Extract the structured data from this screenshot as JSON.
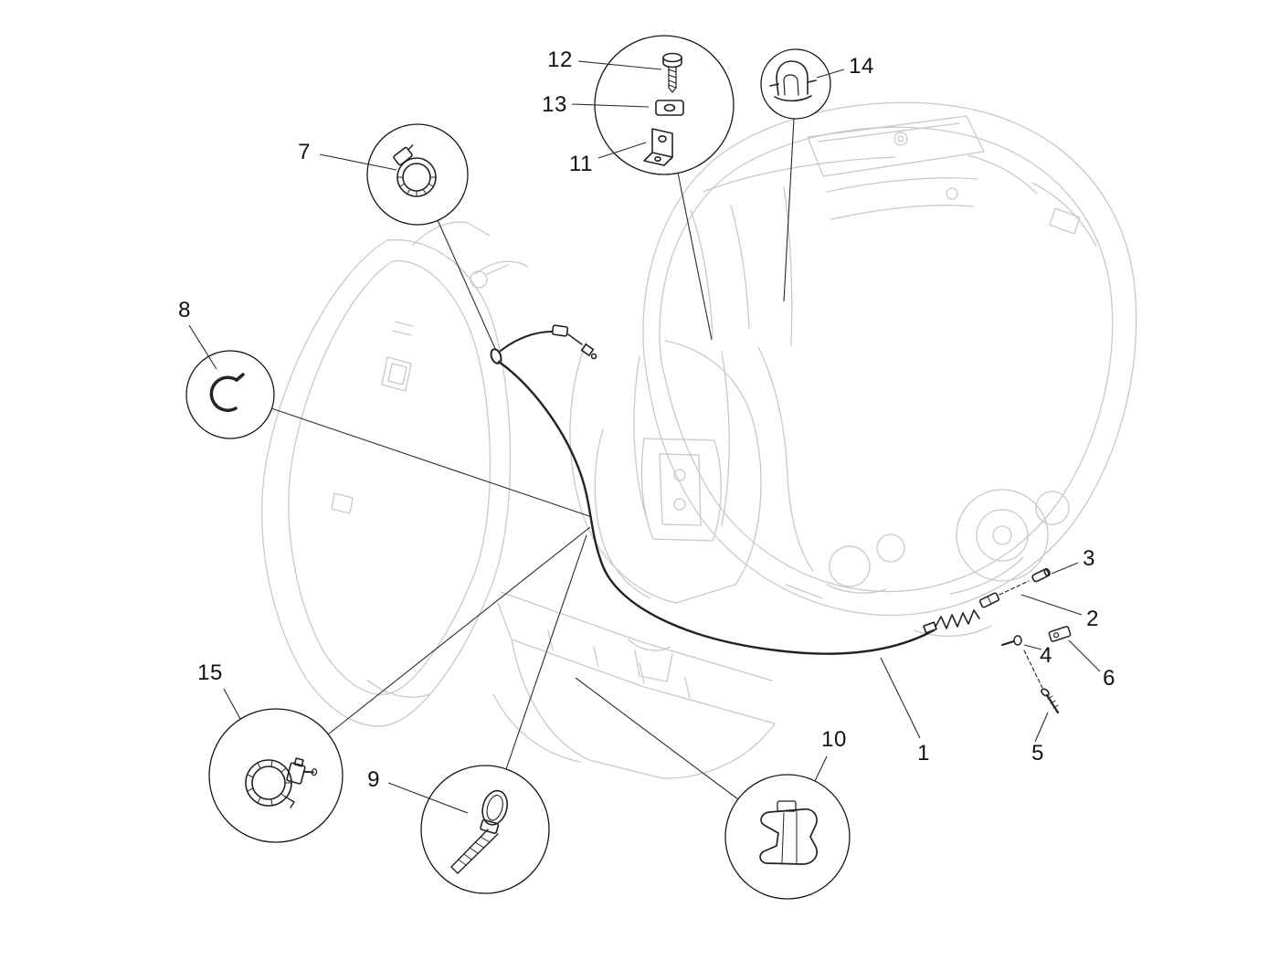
{
  "colors": {
    "background": "#ffffff",
    "line_art": "#c9c9c9",
    "ink": "#1a1a1a"
  },
  "labels": {
    "p1": "1",
    "p2": "2",
    "p3": "3",
    "p4": "4",
    "p5": "5",
    "p6": "6",
    "p7": "7",
    "p8": "8",
    "p9": "9",
    "p10": "10",
    "p11": "11",
    "p12": "12",
    "p13": "13",
    "p14": "14",
    "p15": "15"
  },
  "parts": [
    {
      "number": "1",
      "glyph": "cable-icon"
    },
    {
      "number": "2",
      "glyph": "adjuster-icon"
    },
    {
      "number": "3",
      "glyph": "pin-icon"
    },
    {
      "number": "4",
      "glyph": "bolt-icon"
    },
    {
      "number": "5",
      "glyph": "screw-icon"
    },
    {
      "number": "6",
      "glyph": "plate-icon"
    },
    {
      "number": "7",
      "glyph": "band-clamp-icon"
    },
    {
      "number": "8",
      "glyph": "hook-clip-icon"
    },
    {
      "number": "9",
      "glyph": "cable-tie-icon"
    },
    {
      "number": "10",
      "glyph": "retainer-clip-icon"
    },
    {
      "number": "11",
      "glyph": "bracket-icon"
    },
    {
      "number": "12",
      "glyph": "screw-icon"
    },
    {
      "number": "13",
      "glyph": "nut-plate-icon"
    },
    {
      "number": "14",
      "glyph": "spring-clip-icon"
    },
    {
      "number": "15",
      "glyph": "clamp-icon"
    }
  ]
}
